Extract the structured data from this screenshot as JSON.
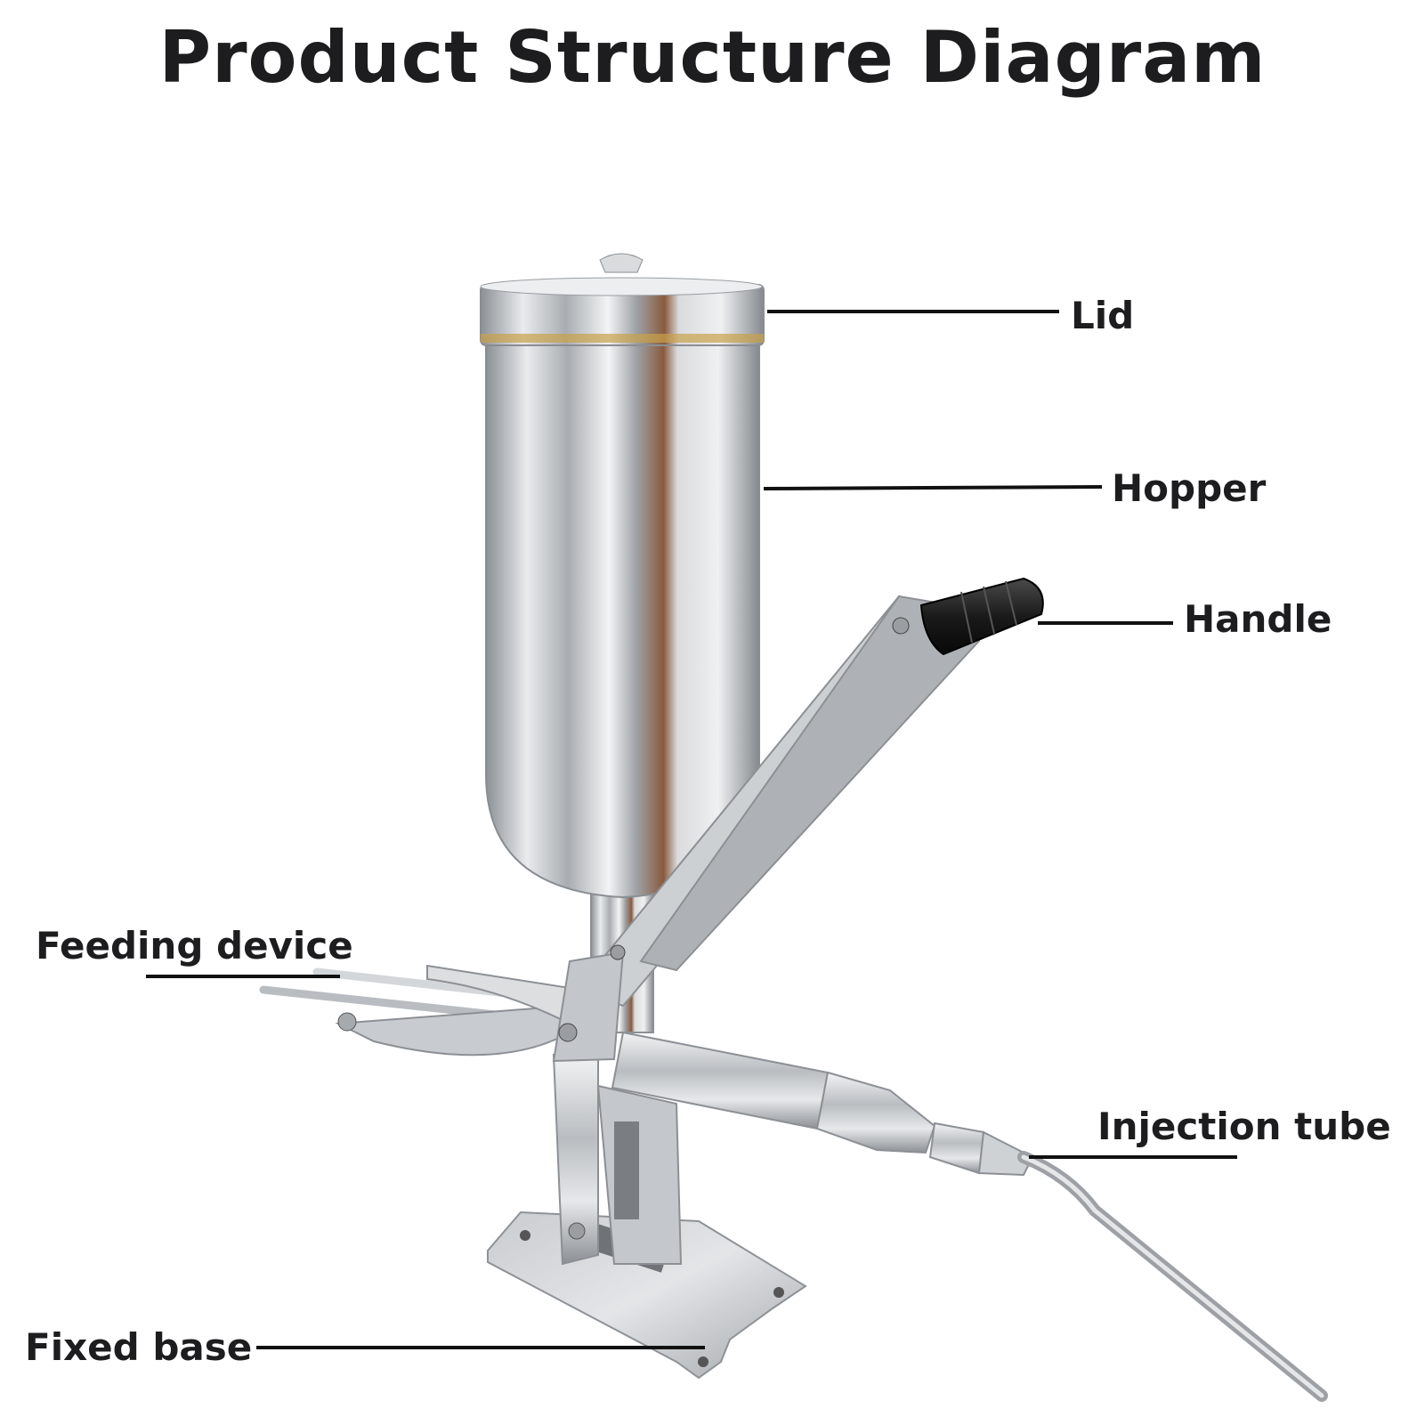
{
  "title": "Product Structure Diagram",
  "labels": {
    "lid": "Lid",
    "hopper": "Hopper",
    "handle": "Handle",
    "feeding_device": "Feeding device",
    "injection_tube": "Injection tube",
    "fixed_base": "Fixed base"
  },
  "colors": {
    "text": "#1d1d1f",
    "steel_light": "#e4e6e8",
    "steel_mid": "#b6babe",
    "steel_dark": "#7d8287",
    "grip": "#1b1b1b"
  }
}
